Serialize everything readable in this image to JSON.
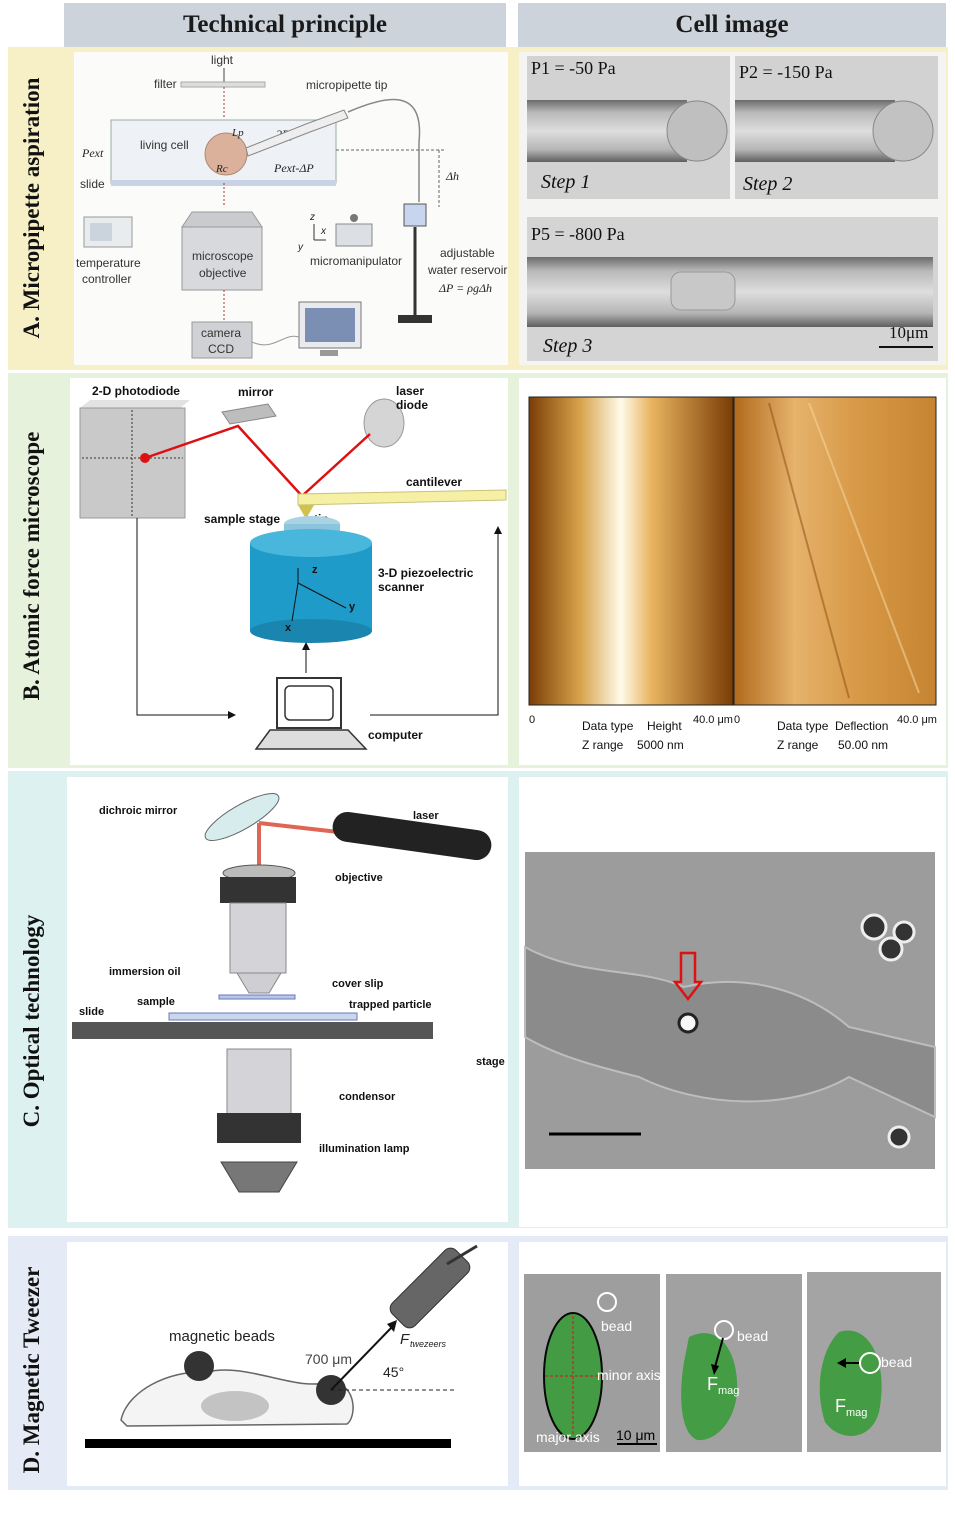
{
  "headers": {
    "principle": "Technical principle",
    "cell_image": "Cell image"
  },
  "rows": {
    "a": "A.  Micropipette aspiration",
    "b": "B.  Atomic force microscope",
    "c": "C.  Optical technology",
    "d": "D.  Magnetic Tweezer"
  },
  "colors": {
    "a_band": "#f7efc6",
    "b_band": "#e7f2dd",
    "c_band": "#ddf1f1",
    "d_band": "#e5ebf6",
    "header": "#cdd3db"
  },
  "a_diagram": {
    "light": "light",
    "filter": "filter",
    "tip": "micropipette tip",
    "cell": "living cell",
    "lp": "Lp",
    "rp": "2Rp",
    "pext": "Pext",
    "pext_dp": "Pext-ΔP",
    "rc": "Rc",
    "slide": "slide",
    "dh": "Δh",
    "temp1": "temperature",
    "temp2": "controller",
    "obj1": "microscope",
    "obj2": "objective",
    "micromanip": "micromanipulator",
    "res1": "adjustable",
    "res2": "water reservoir",
    "res3": "ΔP = ρgΔh",
    "cam1": "camera",
    "cam2": "CCD",
    "ax_z": "z",
    "ax_x": "x",
    "ax_y": "y"
  },
  "a_image": {
    "p1": "P1 = -50 Pa",
    "p2": "P2 = -150 Pa",
    "p5": "P5 = -800 Pa",
    "s1": "Step 1",
    "s2": "Step 2",
    "s3": "Step 3",
    "scale": "10μm"
  },
  "b_diagram": {
    "photodiode": "2-D photodiode",
    "mirror": "mirror",
    "laser1": "laser",
    "laser2": "diode",
    "cantilever": "cantilever",
    "stage": "sample stage",
    "tip": "tip",
    "scanner1": "3-D piezoelectric",
    "scanner2": "scanner",
    "computer": "computer",
    "ax_z": "z",
    "ax_y": "y",
    "ax_x": "x"
  },
  "b_image": {
    "zero": "0",
    "range": "40.0 μm",
    "dt": "Data type",
    "zr": "Z range",
    "v1": "Height",
    "r1": "5000 nm",
    "v2": "Deflection",
    "r2": "50.00 nm"
  },
  "c_diagram": {
    "dichroic": "dichroic mirror",
    "laser": "laser",
    "objective": "objective",
    "oil": "immersion oil",
    "cover": "cover slip",
    "sample": "sample",
    "particle": "trapped particle",
    "slide": "slide",
    "stage": "stage",
    "condensor": "condensor",
    "lamp": "illumination lamp"
  },
  "d_diagram": {
    "beads": "magnetic beads",
    "dist": "700 μm",
    "angle": "45°",
    "f": "F",
    "fsub": "twezeers"
  },
  "d_image": {
    "bead": "bead",
    "minor": "minor axis",
    "major": "major axis",
    "scale": "10 μm",
    "f": "F",
    "fsub": "mag"
  }
}
